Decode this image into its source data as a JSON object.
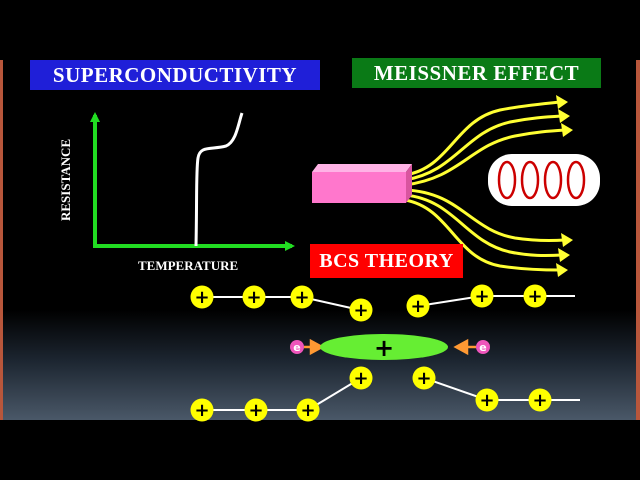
{
  "titles": {
    "superconductivity": "SUPERCONDUCTIVITY",
    "meissner": "MEISSNER EFFECT",
    "bcs": "BCS THEORY"
  },
  "graph": {
    "xlabel": "TEMPERATURE",
    "ylabel": "RESISTANCE"
  },
  "bcs": {
    "ion_symbol": "+",
    "electron_symbol": "e"
  },
  "colors": {
    "superconductivity_box": "#1f1fd8",
    "meissner_box": "#0a7a16",
    "bcs_box": "#ff0000",
    "axis": "#22dd22",
    "field_lines": "#ffff33",
    "magnet": "#ff77cc",
    "coil_loops": "#cc0000",
    "ion": "#ffff00",
    "central_ion": "#66ee33",
    "electron": "#ee55bb",
    "electron_arrow": "#ff9933"
  }
}
